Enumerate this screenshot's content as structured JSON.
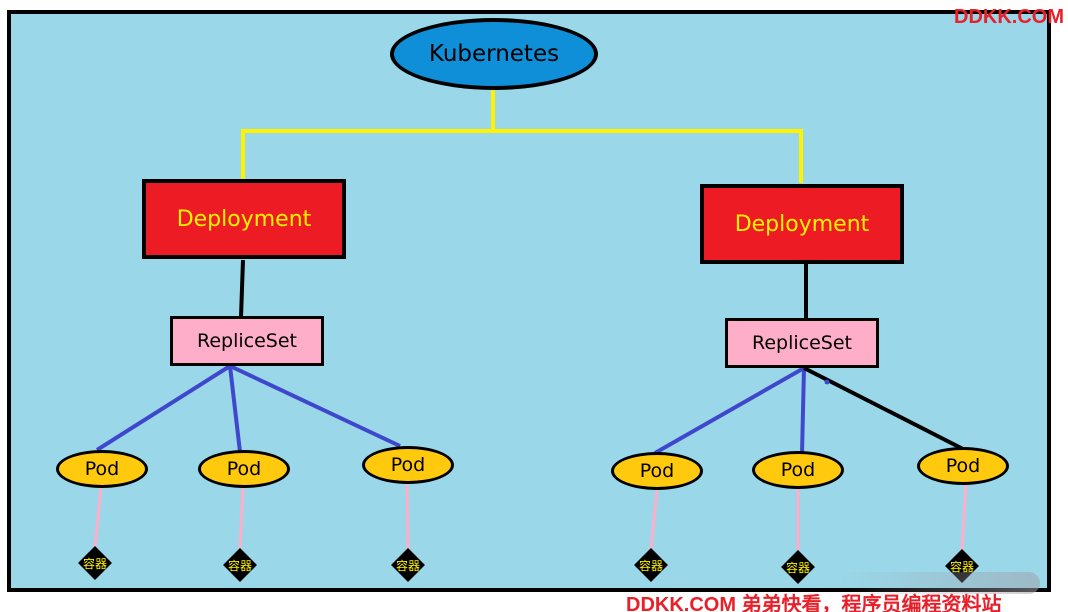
{
  "diagram": {
    "root": {
      "label": "Kubernetes"
    },
    "deployments": [
      {
        "label": "Deployment",
        "replicaset": {
          "label": "RepliceSet",
          "pods": [
            {
              "label": "Pod",
              "container": "容器"
            },
            {
              "label": "Pod",
              "container": "容器"
            },
            {
              "label": "Pod",
              "container": "容器"
            }
          ]
        }
      },
      {
        "label": "Deployment",
        "replicaset": {
          "label": "RepliceSet",
          "pods": [
            {
              "label": "Pod",
              "container": "容器"
            },
            {
              "label": "Pod",
              "container": "容器"
            },
            {
              "label": "Pod",
              "container": "容器"
            }
          ]
        }
      }
    ]
  },
  "watermarks": {
    "top": "DDKK.COM",
    "bottom": "DDKK.COM 弟弟快看，程序员编程资料站"
  },
  "colors": {
    "background": "#9ad7e8",
    "root": "#0f8fd8",
    "deployment": "#ed1c24",
    "deployment_text": "#fff200",
    "replicaset": "#ffaec9",
    "pod": "#ffc90e",
    "edge_root": "#fff200",
    "edge_deployment": "#000000",
    "edge_pod_blue": "#3f48cc",
    "edge_pod_black": "#000000",
    "edge_container": "#ffaec9",
    "watermark": "#e8202a"
  }
}
